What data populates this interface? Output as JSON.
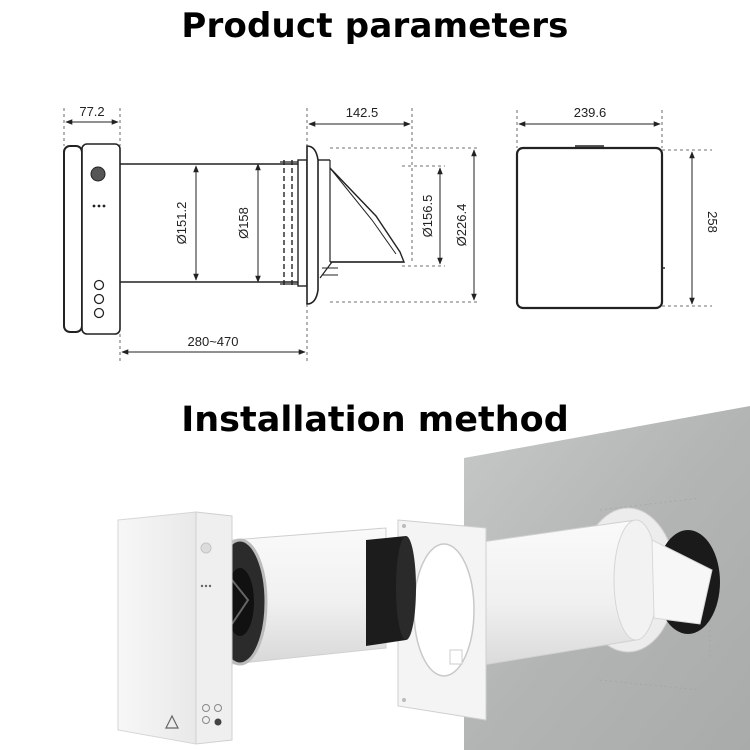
{
  "headings": {
    "product_parameters": "Product parameters",
    "installation_method": "Installation method"
  },
  "dimensions": {
    "panel_depth": "77.2",
    "tube_length": "280~470",
    "tube_inner_dia": "Ø151.2",
    "tube_outer_dia": "Ø158",
    "hood_length": "142.5",
    "hood_inner_dia": "Ø156.5",
    "hood_flange_dia": "Ø226.4",
    "panel_width": "239.6",
    "panel_height": "258"
  },
  "colors": {
    "line": "#222222",
    "wall": "#b9bbbb",
    "tube": "#f2f2f2",
    "accent_dark": "#1a1a1a"
  }
}
